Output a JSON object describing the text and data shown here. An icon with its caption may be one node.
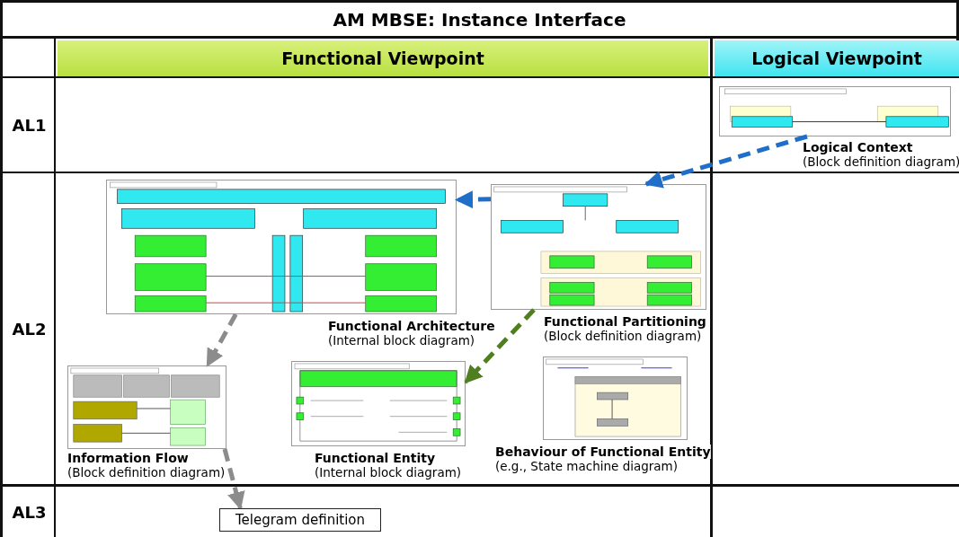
{
  "diagram": {
    "title": "AM MBSE: Instance Interface",
    "nodes": [
      {
        "text": [],
        "shape": "picture",
        "beside": [
          "Logical Context",
          "(Block definition diagram)"
        ]
      },
      {
        "text": [],
        "shape": "picture",
        "beside": [
          "Functional Architecture",
          "(Internal block diagram)"
        ]
      },
      {
        "text": [],
        "shape": "picture",
        "beside": [
          "Functional Partitioning",
          "(Block definition diagram)"
        ]
      },
      {
        "text": [],
        "shape": "picture",
        "beside": [
          "Information Flow",
          "(Block definition diagram)"
        ]
      },
      {
        "text": [],
        "shape": "picture",
        "beside": [
          "Functional Entity",
          "(Internal block diagram)"
        ]
      },
      {
        "text": [],
        "shape": "picture",
        "beside": [
          "Behaviour of Functional Entity",
          "(e.g., State machine diagram)"
        ]
      },
      {
        "text": [
          "Telegram definition"
        ]
      }
    ],
    "edges": [
      {
        "from": 0,
        "to": 2,
        "arrow": "to",
        "style": "dashed",
        "color": "#1f6fc8"
      },
      {
        "from": 2,
        "to": 1,
        "arrow": "to",
        "style": "dashed",
        "color": "#1f6fc8"
      },
      {
        "from": 2,
        "to": 4,
        "arrow": "to",
        "style": "dashed",
        "color": "#4f7f1f"
      },
      {
        "from": 1,
        "to": 3,
        "arrow": "to",
        "style": "dashed",
        "color": "#8c8c8c"
      },
      {
        "from": 3,
        "to": 6,
        "arrow": "to",
        "style": "dashed",
        "color": "#8c8c8c"
      }
    ],
    "labels": [
      "Functional Viewpoint",
      "Logical Viewpoint",
      "AL1",
      "AL2",
      "AL3"
    ]
  }
}
